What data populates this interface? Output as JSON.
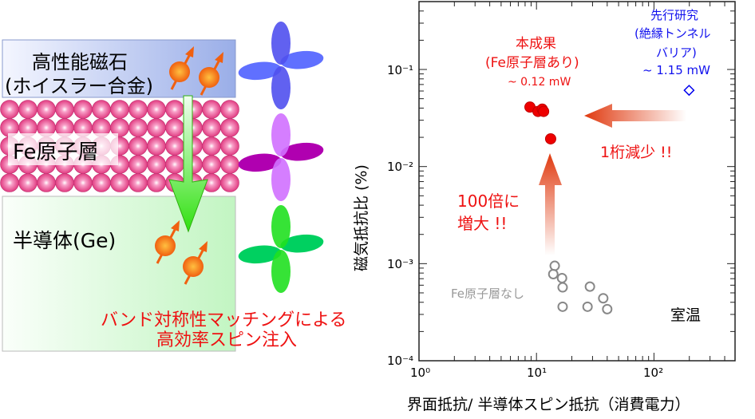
{
  "diagram": {
    "magnet_label": "高性能磁石",
    "magnet_sub": "(ホイスラー合金)",
    "fe_label": "Fe原子層",
    "semi_label": "半導体(Ge)",
    "caption_line1": "バンド対称性マッチングによる",
    "caption_line2": "高効率スピン注入"
  },
  "chart_data": {
    "type": "scatter",
    "xscale": "log",
    "yscale": "log",
    "xlim": [
      1,
      490
    ],
    "ylim": [
      0.0001,
      0.5
    ],
    "xlabel": "界面抵抗/ 半導体スピン抵抗（消費電力）",
    "ylabel": "磁気抵抗比 (%)",
    "xticks": [
      "10⁰",
      "10¹",
      "10²"
    ],
    "yticks": [
      "10⁻¹",
      "10⁻²",
      "10⁻³",
      "10⁻⁴"
    ],
    "series": [
      {
        "name": "本成果 (Fe原子層あり)",
        "color": "#ee0000",
        "marker": "filled-circle",
        "points": [
          [
            8.8,
            0.041
          ],
          [
            10.3,
            0.037
          ],
          [
            11.2,
            0.039
          ],
          [
            11.5,
            0.037
          ],
          [
            13.2,
            0.0193
          ]
        ]
      },
      {
        "name": "先行研究 (絶縁トンネルバリア)",
        "color": "#0000ee",
        "marker": "open-diamond",
        "points": [
          [
            199,
            0.061
          ]
        ]
      },
      {
        "name": "Fe原子層なし",
        "color": "#888888",
        "marker": "open-circle",
        "points": [
          [
            14.3,
            0.00095
          ],
          [
            13.9,
            0.00078
          ],
          [
            16.5,
            0.00071
          ],
          [
            16.7,
            0.00057
          ],
          [
            16.7,
            0.00036
          ],
          [
            28.5,
            0.00058
          ],
          [
            27.2,
            0.00036
          ],
          [
            37,
            0.00044
          ],
          [
            40,
            0.00034
          ]
        ]
      }
    ],
    "annotations": {
      "ours_1": "本成果",
      "ours_2": "(Fe原子層あり)",
      "ours_3": "~ 0.12 mW",
      "prior_1": "先行研究",
      "prior_2": "(絶縁トンネル",
      "prior_3": "バリア)",
      "prior_4": "~ 1.15 mW",
      "reduce": "1桁減少 !!",
      "increase_1": "100倍に",
      "increase_2": "増大 !!",
      "nofe": "Fe原子層なし",
      "room_temp": "室温"
    }
  }
}
